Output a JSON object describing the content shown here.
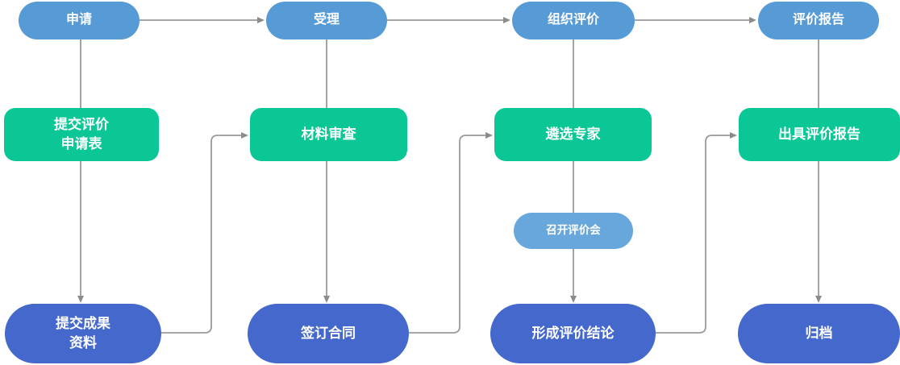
{
  "palette": {
    "stage_blue": "#569AD6",
    "meeting_blue": "#68A7DC",
    "process_green": "#0BC795",
    "result_blue": "#4468CB",
    "connector_gray": "#9A9A9A",
    "arrowhead_gray": "#8C8C8C",
    "text_white": "#FFFFFF"
  },
  "diagram": {
    "stages": [
      "申请",
      "受理",
      "组织评价",
      "评价报告"
    ],
    "processes": [
      "提交评价\n申请表",
      "材料审查",
      "遴选专家",
      "出具评价报告"
    ],
    "meeting": "召开评价会",
    "results": [
      "提交成果\n资料",
      "签订合同",
      "形成评价结论",
      "归档"
    ]
  }
}
